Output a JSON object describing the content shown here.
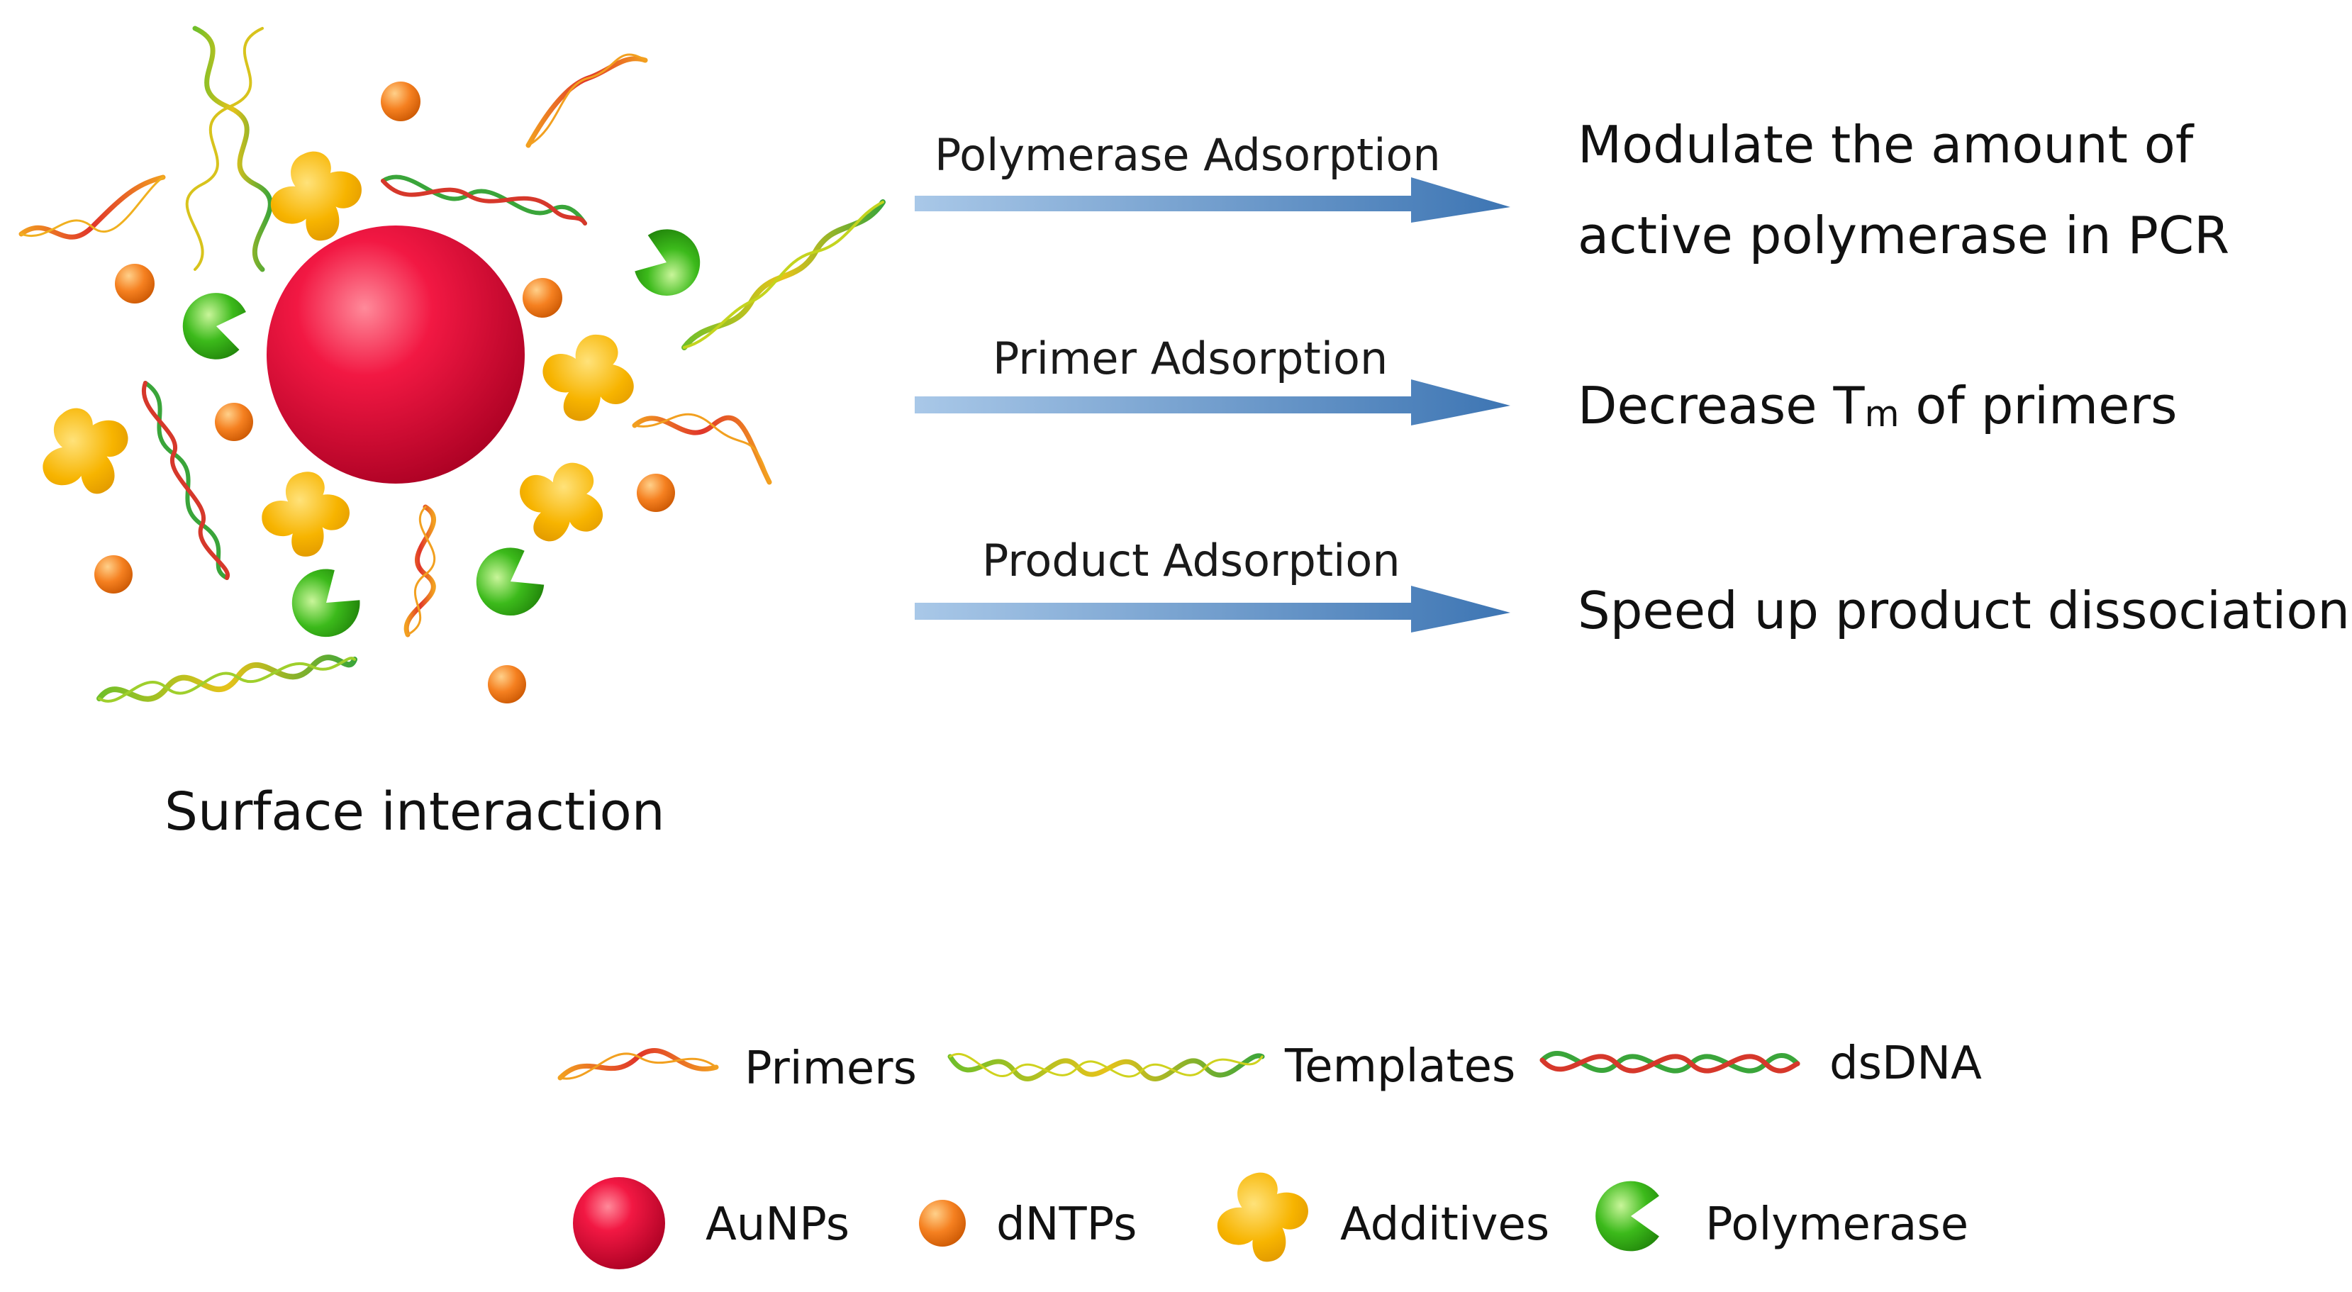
{
  "caption": "Surface interaction",
  "arrows": [
    {
      "label": "Polymerase Adsorption",
      "effect_lines": [
        "Modulate the amount of",
        "active polymerase in PCR"
      ]
    },
    {
      "label": "Primer Adsorption",
      "effect_prefix": "Decrease T",
      "effect_sub": "m",
      "effect_suffix": " of primers"
    },
    {
      "label": "Product Adsorption",
      "effect": "Speed up product dissociation"
    }
  ],
  "legend": {
    "row1": [
      "Primers",
      "Templates",
      "dsDNA"
    ],
    "row2": [
      "AuNPs",
      "dNTPs",
      "Additives",
      "Polymerase"
    ]
  },
  "colors": {
    "aunp": "#e8103a",
    "dntp": "#f07f1a",
    "additive": "#f7b500",
    "polymerase": "#3cb81c",
    "arrow": "#4f86c0"
  }
}
